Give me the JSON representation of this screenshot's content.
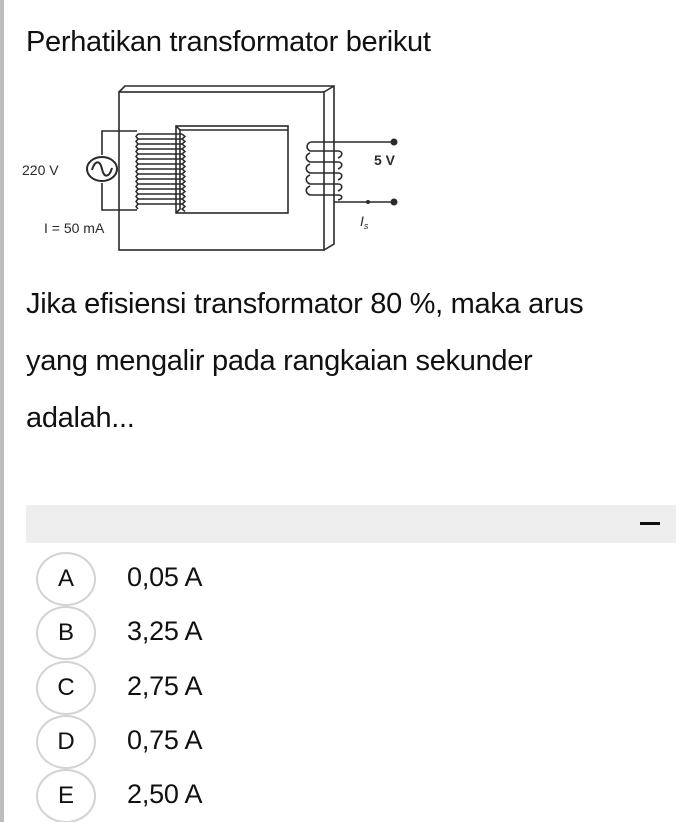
{
  "question": {
    "title": "Perhatikan transformator berikut",
    "body_lines": [
      "Jika efisiensi transformator 80 %, maka arus",
      "yang mengalir pada rangkaian sekunder",
      "adalah..."
    ]
  },
  "diagram": {
    "primary_voltage": "220 V",
    "primary_current": "I = 50 mA",
    "secondary_voltage": "5 V",
    "secondary_current": "Is",
    "source_icon": "ac-source-icon"
  },
  "collapse_bar": {
    "toggle_icon": "minus-icon",
    "toggle_glyph": "—"
  },
  "options": [
    {
      "letter": "A",
      "text": "0,05 A"
    },
    {
      "letter": "B",
      "text": "3,25 A"
    },
    {
      "letter": "C",
      "text": "2,75 A"
    },
    {
      "letter": "D",
      "text": "0,75 A"
    },
    {
      "letter": "E",
      "text": "2,50 A"
    }
  ],
  "colors": {
    "left_rail": "#bdbdbd",
    "collapse_bar_bg": "#eeeeee",
    "option_border": "#d3d3d3",
    "text": "#111111"
  }
}
